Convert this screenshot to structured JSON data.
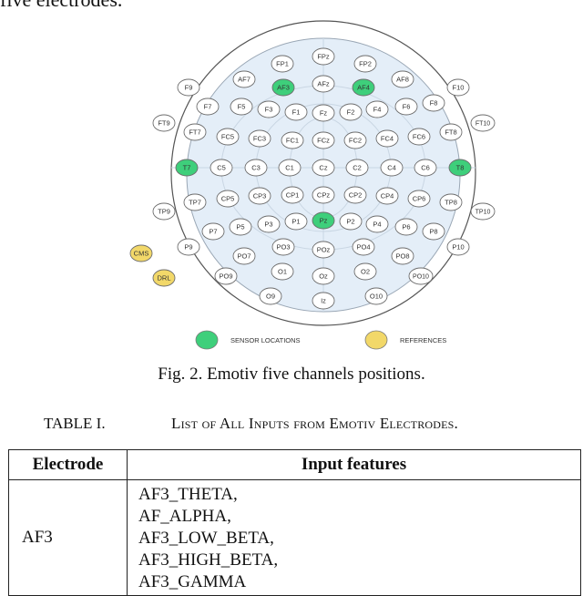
{
  "top_text": "five electrodes.",
  "figure": {
    "electrodes": [
      {
        "label": "FP1",
        "state": "normal"
      },
      {
        "label": "FPz",
        "state": "normal"
      },
      {
        "label": "FP2",
        "state": "normal"
      },
      {
        "label": "F9",
        "state": "normal"
      },
      {
        "label": "AF7",
        "state": "normal"
      },
      {
        "label": "AF3",
        "state": "sensor"
      },
      {
        "label": "AFz",
        "state": "normal"
      },
      {
        "label": "AF4",
        "state": "sensor"
      },
      {
        "label": "AF8",
        "state": "normal"
      },
      {
        "label": "F10",
        "state": "normal"
      },
      {
        "label": "F7",
        "state": "normal"
      },
      {
        "label": "F5",
        "state": "normal"
      },
      {
        "label": "F3",
        "state": "normal"
      },
      {
        "label": "F1",
        "state": "normal"
      },
      {
        "label": "Fz",
        "state": "normal"
      },
      {
        "label": "F2",
        "state": "normal"
      },
      {
        "label": "F4",
        "state": "normal"
      },
      {
        "label": "F6",
        "state": "normal"
      },
      {
        "label": "F8",
        "state": "normal"
      },
      {
        "label": "FT9",
        "state": "normal"
      },
      {
        "label": "FT10",
        "state": "normal"
      },
      {
        "label": "FT7",
        "state": "normal"
      },
      {
        "label": "FC5",
        "state": "normal"
      },
      {
        "label": "FC3",
        "state": "normal"
      },
      {
        "label": "FC1",
        "state": "normal"
      },
      {
        "label": "FCz",
        "state": "normal"
      },
      {
        "label": "FC2",
        "state": "normal"
      },
      {
        "label": "FC4",
        "state": "normal"
      },
      {
        "label": "FC6",
        "state": "normal"
      },
      {
        "label": "FT8",
        "state": "normal"
      },
      {
        "label": "T7",
        "state": "sensor"
      },
      {
        "label": "C5",
        "state": "normal"
      },
      {
        "label": "C3",
        "state": "normal"
      },
      {
        "label": "C1",
        "state": "normal"
      },
      {
        "label": "Cz",
        "state": "normal"
      },
      {
        "label": "C2",
        "state": "normal"
      },
      {
        "label": "C4",
        "state": "normal"
      },
      {
        "label": "C6",
        "state": "normal"
      },
      {
        "label": "T8",
        "state": "sensor"
      },
      {
        "label": "TP7",
        "state": "normal"
      },
      {
        "label": "CP5",
        "state": "normal"
      },
      {
        "label": "CP3",
        "state": "normal"
      },
      {
        "label": "CP1",
        "state": "normal"
      },
      {
        "label": "CPz",
        "state": "normal"
      },
      {
        "label": "CP2",
        "state": "normal"
      },
      {
        "label": "CP4",
        "state": "normal"
      },
      {
        "label": "CP6",
        "state": "normal"
      },
      {
        "label": "TP8",
        "state": "normal"
      },
      {
        "label": "TP9",
        "state": "normal"
      },
      {
        "label": "TP10",
        "state": "normal"
      },
      {
        "label": "P7",
        "state": "normal"
      },
      {
        "label": "P5",
        "state": "normal"
      },
      {
        "label": "P3",
        "state": "normal"
      },
      {
        "label": "P1",
        "state": "normal"
      },
      {
        "label": "Pz",
        "state": "sensor"
      },
      {
        "label": "P2",
        "state": "normal"
      },
      {
        "label": "P4",
        "state": "normal"
      },
      {
        "label": "P6",
        "state": "normal"
      },
      {
        "label": "P8",
        "state": "normal"
      },
      {
        "label": "P9",
        "state": "normal"
      },
      {
        "label": "P10",
        "state": "normal"
      },
      {
        "label": "PO7",
        "state": "normal"
      },
      {
        "label": "PO3",
        "state": "normal"
      },
      {
        "label": "POz",
        "state": "normal"
      },
      {
        "label": "PO4",
        "state": "normal"
      },
      {
        "label": "PO8",
        "state": "normal"
      },
      {
        "label": "PO9",
        "state": "normal"
      },
      {
        "label": "O1",
        "state": "normal"
      },
      {
        "label": "Oz",
        "state": "normal"
      },
      {
        "label": "O2",
        "state": "normal"
      },
      {
        "label": "PO10",
        "state": "normal"
      },
      {
        "label": "O9",
        "state": "normal"
      },
      {
        "label": "Iz",
        "state": "normal"
      },
      {
        "label": "O10",
        "state": "normal"
      },
      {
        "label": "CMS",
        "state": "reference"
      },
      {
        "label": "DRL",
        "state": "reference"
      }
    ],
    "legend": [
      {
        "label": "SENSOR LOCATIONS",
        "state": "sensor"
      },
      {
        "label": "REFERENCES",
        "state": "reference"
      }
    ],
    "colors": {
      "sensor": "#3ecf7b",
      "reference": "#f2d869",
      "normal": "#ffffff",
      "head_fill": "#e4eef8",
      "grid": "#c9d6e3"
    }
  },
  "caption": "Fig. 2. Emotiv five channels positions.",
  "table_title": {
    "label": "TABLE I.",
    "text": "List of All Inputs from Emotiv Electrodes."
  },
  "table": {
    "headers": [
      "Electrode",
      "Input features"
    ],
    "rows": [
      {
        "electrode": "AF3",
        "features": [
          "AF3_THETA,",
          "AF_ALPHA,",
          "AF3_LOW_BETA,",
          "AF3_HIGH_BETA,",
          "AF3_GAMMA"
        ]
      }
    ]
  }
}
